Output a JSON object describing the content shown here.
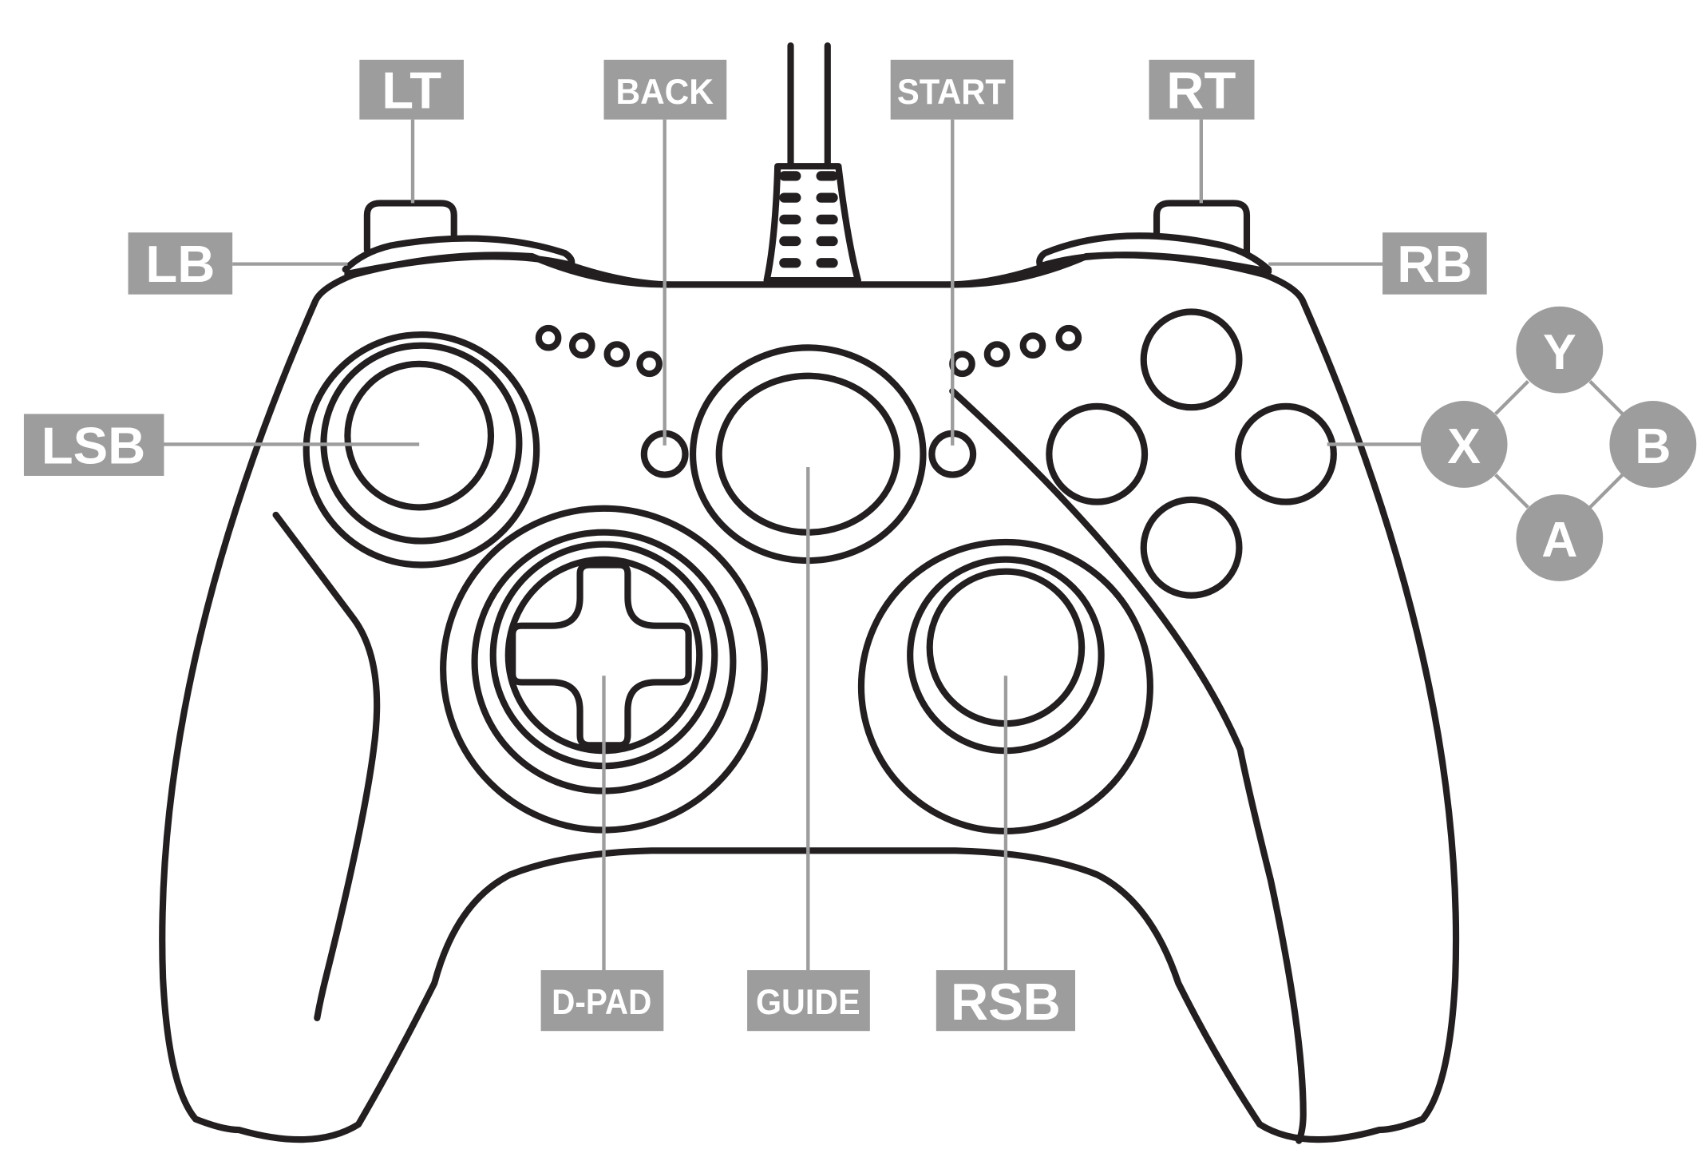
{
  "labels": {
    "lt": "LT",
    "back": "BACK",
    "start": "START",
    "rt": "RT",
    "lb": "LB",
    "rb": "RB",
    "lsb": "LSB",
    "dpad": "D-PAD",
    "guide": "GUIDE",
    "rsb": "RSB"
  },
  "face_buttons": {
    "y": "Y",
    "x": "X",
    "b": "B",
    "a": "A"
  },
  "colors": {
    "outline": "#231f20",
    "label_background": "#9d9d9d",
    "label_text": "#ffffff",
    "background": "#ffffff"
  }
}
